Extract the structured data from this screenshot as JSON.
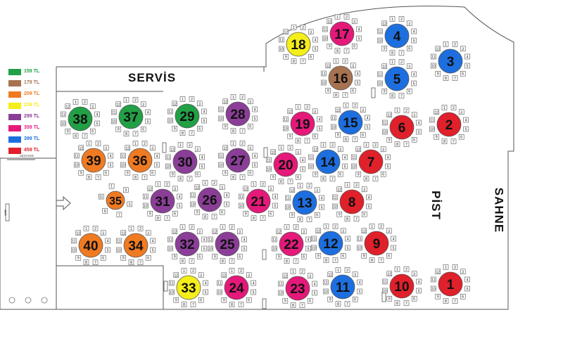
{
  "legend": [
    {
      "price": "159 TL",
      "color": "#22a045"
    },
    {
      "price": "179 TL",
      "color": "#a87250"
    },
    {
      "price": "209 TL",
      "color": "#f07a22"
    },
    {
      "price": "239 TL",
      "color": "#f4ee1a"
    },
    {
      "price": "299 TL",
      "color": "#8b3e98"
    },
    {
      "price": "359 TL",
      "color": "#e5197a"
    },
    {
      "price": "399 TL",
      "color": "#1d6fe0"
    },
    {
      "price": "459 TL",
      "color": "#e0202a"
    }
  ],
  "labels": {
    "servis": "SERVİS",
    "pist": "PİST",
    "sahne": "SAHNE",
    "vestiyer": "VESTİYER",
    "bar": "BAR"
  },
  "chair_numbers": [
    "1",
    "2",
    "3",
    "4",
    "5",
    "6",
    "7",
    "8",
    "9",
    "10",
    "11",
    "12"
  ],
  "tables": [
    {
      "number": "1",
      "color": "#e0202a"
    },
    {
      "number": "2",
      "color": "#e0202a"
    },
    {
      "number": "3",
      "color": "#1d6fe0"
    },
    {
      "number": "4",
      "color": "#1d6fe0"
    },
    {
      "number": "5",
      "color": "#1d6fe0"
    },
    {
      "number": "6",
      "color": "#e0202a"
    },
    {
      "number": "7",
      "color": "#e0202a"
    },
    {
      "number": "8",
      "color": "#e0202a"
    },
    {
      "number": "9",
      "color": "#e0202a"
    },
    {
      "number": "10",
      "color": "#e0202a"
    },
    {
      "number": "11",
      "color": "#1d6fe0"
    },
    {
      "number": "12",
      "color": "#1d6fe0"
    },
    {
      "number": "13",
      "color": "#1d6fe0"
    },
    {
      "number": "14",
      "color": "#1d6fe0"
    },
    {
      "number": "15",
      "color": "#1d6fe0"
    },
    {
      "number": "16",
      "color": "#a87250"
    },
    {
      "number": "17",
      "color": "#e5197a"
    },
    {
      "number": "18",
      "color": "#f4ee1a"
    },
    {
      "number": "19",
      "color": "#e5197a"
    },
    {
      "number": "20",
      "color": "#e5197a"
    },
    {
      "number": "21",
      "color": "#e5197a"
    },
    {
      "number": "22",
      "color": "#e5197a"
    },
    {
      "number": "23",
      "color": "#e5197a"
    },
    {
      "number": "24",
      "color": "#e5197a"
    },
    {
      "number": "25",
      "color": "#8b3e98"
    },
    {
      "number": "26",
      "color": "#8b3e98"
    },
    {
      "number": "27",
      "color": "#8b3e98"
    },
    {
      "number": "28",
      "color": "#8b3e98"
    },
    {
      "number": "29",
      "color": "#22a045"
    },
    {
      "number": "30",
      "color": "#8b3e98"
    },
    {
      "number": "31",
      "color": "#8b3e98"
    },
    {
      "number": "32",
      "color": "#8b3e98"
    },
    {
      "number": "33",
      "color": "#f4ee1a"
    },
    {
      "number": "34",
      "color": "#f07a22"
    },
    {
      "number": "35",
      "color": "#f07a22"
    },
    {
      "number": "36",
      "color": "#f07a22"
    },
    {
      "number": "37",
      "color": "#22a045"
    },
    {
      "number": "38",
      "color": "#22a045"
    },
    {
      "number": "39",
      "color": "#f07a22"
    },
    {
      "number": "40",
      "color": "#f07a22"
    }
  ]
}
